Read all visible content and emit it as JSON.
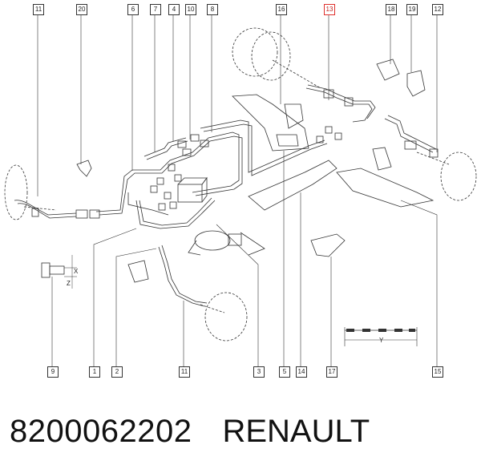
{
  "callouts_top": [
    "11",
    "20",
    "6",
    "7",
    "4",
    "10",
    "8",
    "16",
    "13",
    "18",
    "19",
    "12"
  ],
  "callouts_bottom": [
    "9",
    "1",
    "2",
    "11",
    "3",
    "5",
    "14",
    "17",
    "15"
  ],
  "highlighted_callout": "13",
  "dimension_labels": {
    "x": "X",
    "z": "Z",
    "y": "Y"
  },
  "footer": {
    "part_number": "8200062202",
    "brand": "RENAULT"
  },
  "colors": {
    "line": "#333333",
    "highlight": "#e0302c"
  }
}
